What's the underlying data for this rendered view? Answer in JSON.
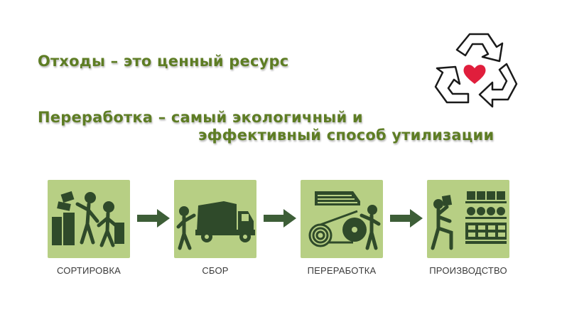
{
  "headlines": {
    "line1": "Отходы – это ценный ресурс",
    "line2a": "Переработка – самый экологичный и",
    "line2b": "эффективный способ утилизации"
  },
  "colors": {
    "headline": "#5e7d24",
    "tile_background": "#b7cf84",
    "pictogram": "#2f4a2a",
    "arrow": "#3d5e37",
    "heart": "#e01e3c"
  },
  "logo": {
    "icon": "recycling-symbol-with-heart"
  },
  "steps": [
    {
      "label": "СОРТИРОВКА",
      "icon": "sorting-people-bins-icon"
    },
    {
      "label": "СБОР",
      "icon": "garbage-truck-icon"
    },
    {
      "label": "ПЕРЕРАБОТКА",
      "icon": "processing-machine-icon"
    },
    {
      "label": "ПРОИЗВОДСТВО",
      "icon": "production-shelves-icon"
    }
  ]
}
